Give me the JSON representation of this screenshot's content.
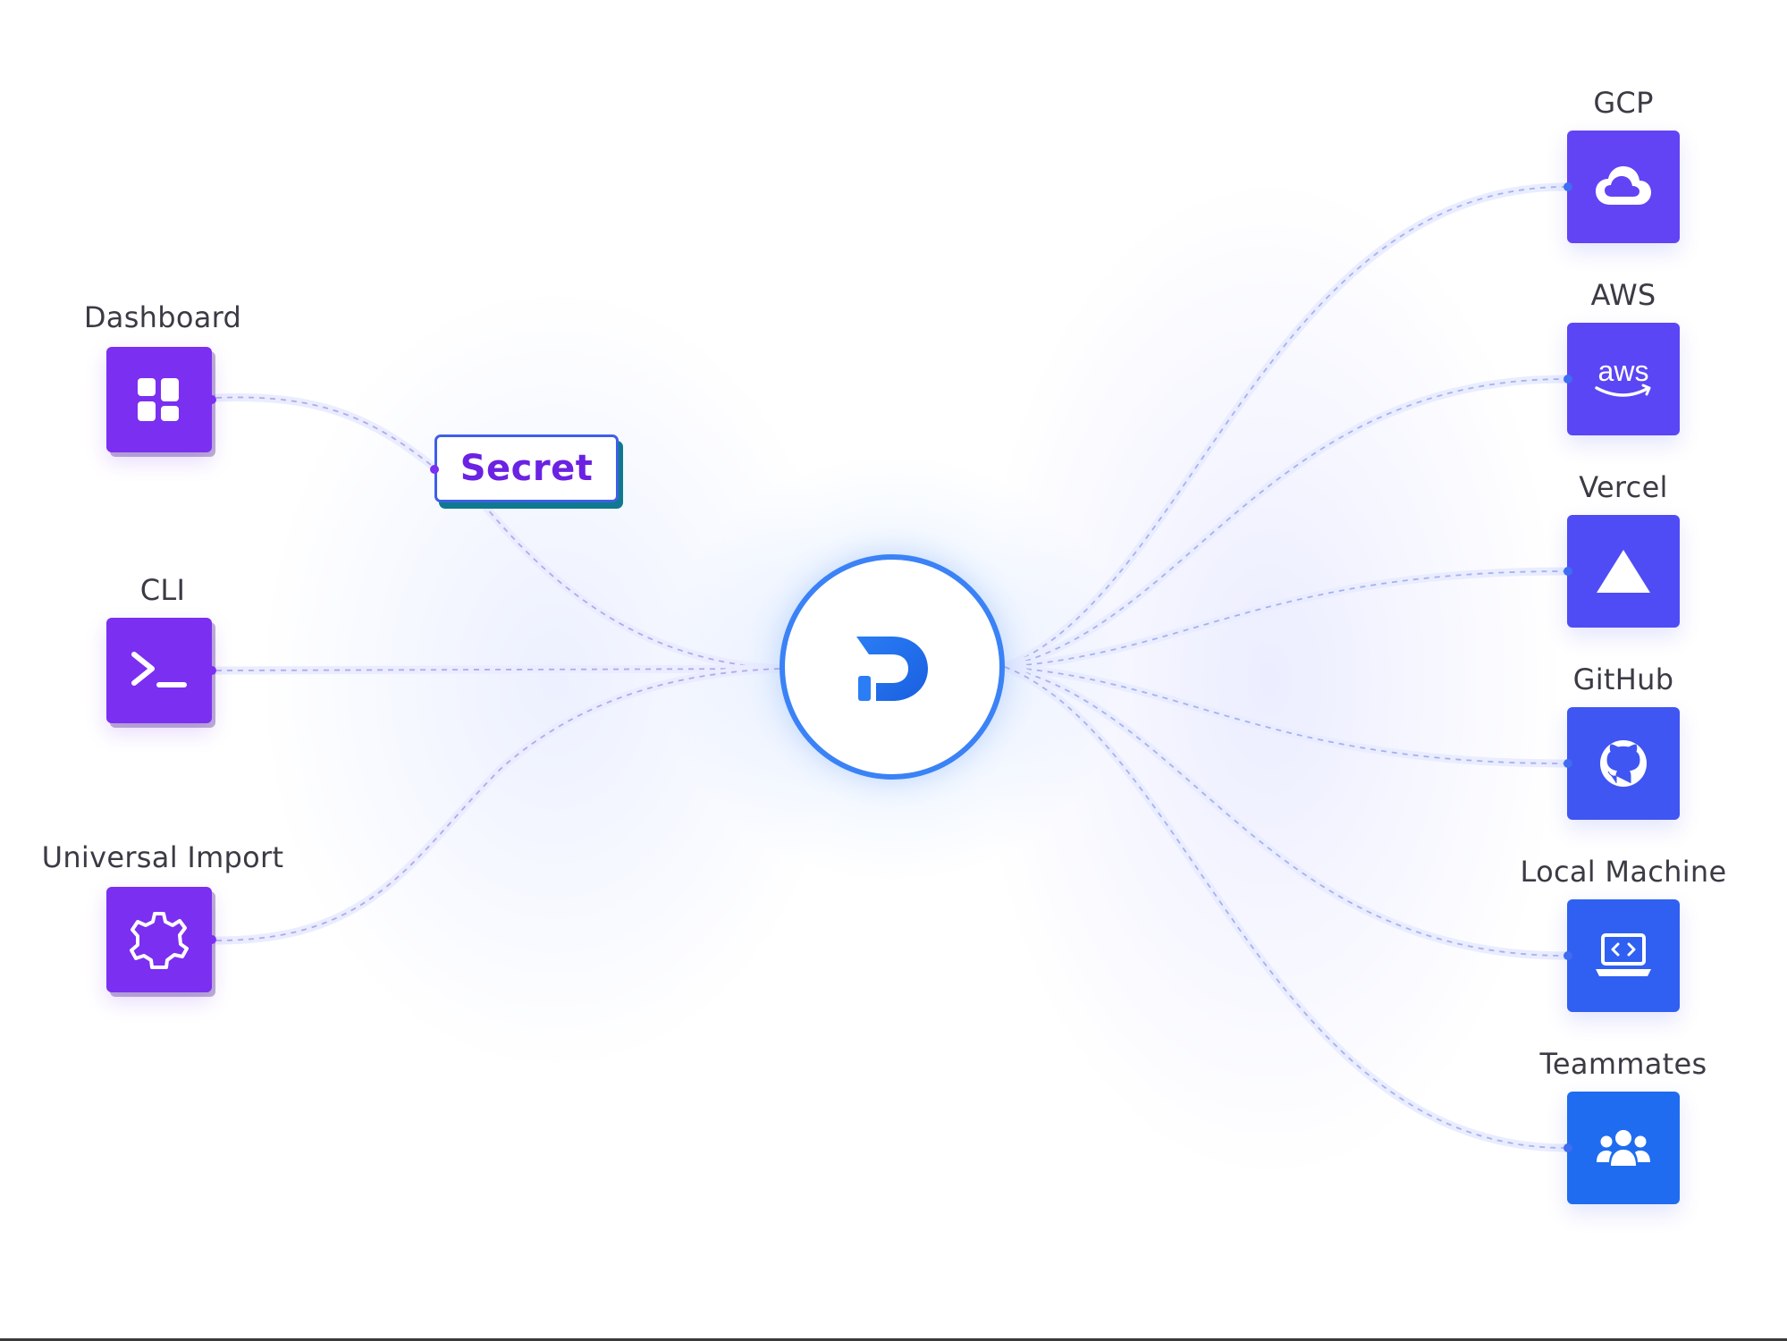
{
  "colors": {
    "source_node": "#7b2ff0",
    "destination_node_top": "#6244f5",
    "destination_node_bottom": "#1f6cf0",
    "hub_ring": "#3b82f6",
    "secret_text": "#6b22e2",
    "label_text": "#3b3b45"
  },
  "sources": [
    {
      "label": "Dashboard",
      "icon": "dashboard-grid-icon"
    },
    {
      "label": "CLI",
      "icon": "terminal-icon"
    },
    {
      "label": "Universal Import",
      "icon": "gear-icon"
    }
  ],
  "secret": {
    "label": "Secret"
  },
  "hub": {
    "icon": "doppler-logo-icon"
  },
  "destinations": [
    {
      "label": "GCP",
      "icon": "cloud-icon"
    },
    {
      "label": "AWS",
      "icon": "aws-logo-icon"
    },
    {
      "label": "Vercel",
      "icon": "triangle-icon"
    },
    {
      "label": "GitHub",
      "icon": "github-icon"
    },
    {
      "label": "Local Machine",
      "icon": "laptop-code-icon"
    },
    {
      "label": "Teammates",
      "icon": "users-icon"
    }
  ]
}
